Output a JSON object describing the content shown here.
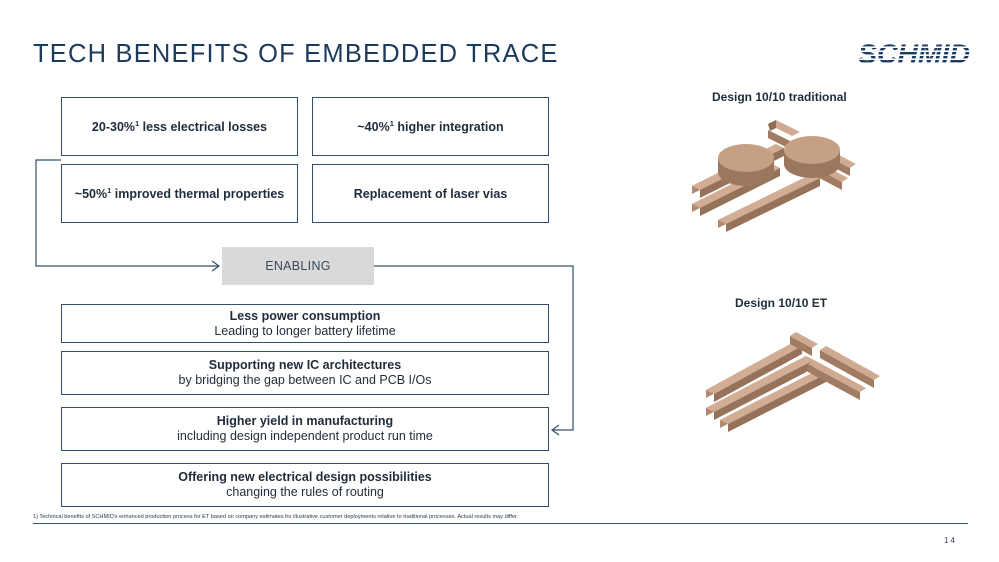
{
  "slide": {
    "title": "TECH BENEFITS OF EMBEDDED TRACE",
    "logo_text": "SCHMID",
    "page_number": "14"
  },
  "tech_benefits": [
    {
      "main": "20-30%",
      "sup": "1",
      "rest": " less electrical losses"
    },
    {
      "main": "~40%",
      "sup": "1",
      "rest": " higher integration"
    },
    {
      "main": "~50%",
      "sup": "1",
      "rest": " improved thermal properties"
    },
    {
      "main": "Replacement of laser vias",
      "sup": "",
      "rest": ""
    }
  ],
  "enabling_label": "ENABLING",
  "enabled_benefits": [
    {
      "title": "Less power consumption",
      "subtitle": "Leading to longer battery lifetime"
    },
    {
      "title": "Supporting new IC architectures",
      "subtitle": "by bridging the gap between IC and PCB I/Os"
    },
    {
      "title": "Higher yield in manufacturing",
      "subtitle": "including design independent product run time"
    },
    {
      "title": "Offering new electrical design possibilities",
      "subtitle": "changing the rules of routing"
    }
  ],
  "designs": {
    "traditional_caption": "Design 10/10 traditional",
    "et_caption": "Design 10/10 ET"
  },
  "footnote": "1) Technical benefits of SCHMID's enhanced production process for ET based on company estimates for illustrative customer deployments relative to traditional processes. Actual results may differ.",
  "colors": {
    "title": "#1c3a5c",
    "border": "#34506e",
    "copper": "#b89177",
    "enabling_bg": "#d9d9d9"
  }
}
